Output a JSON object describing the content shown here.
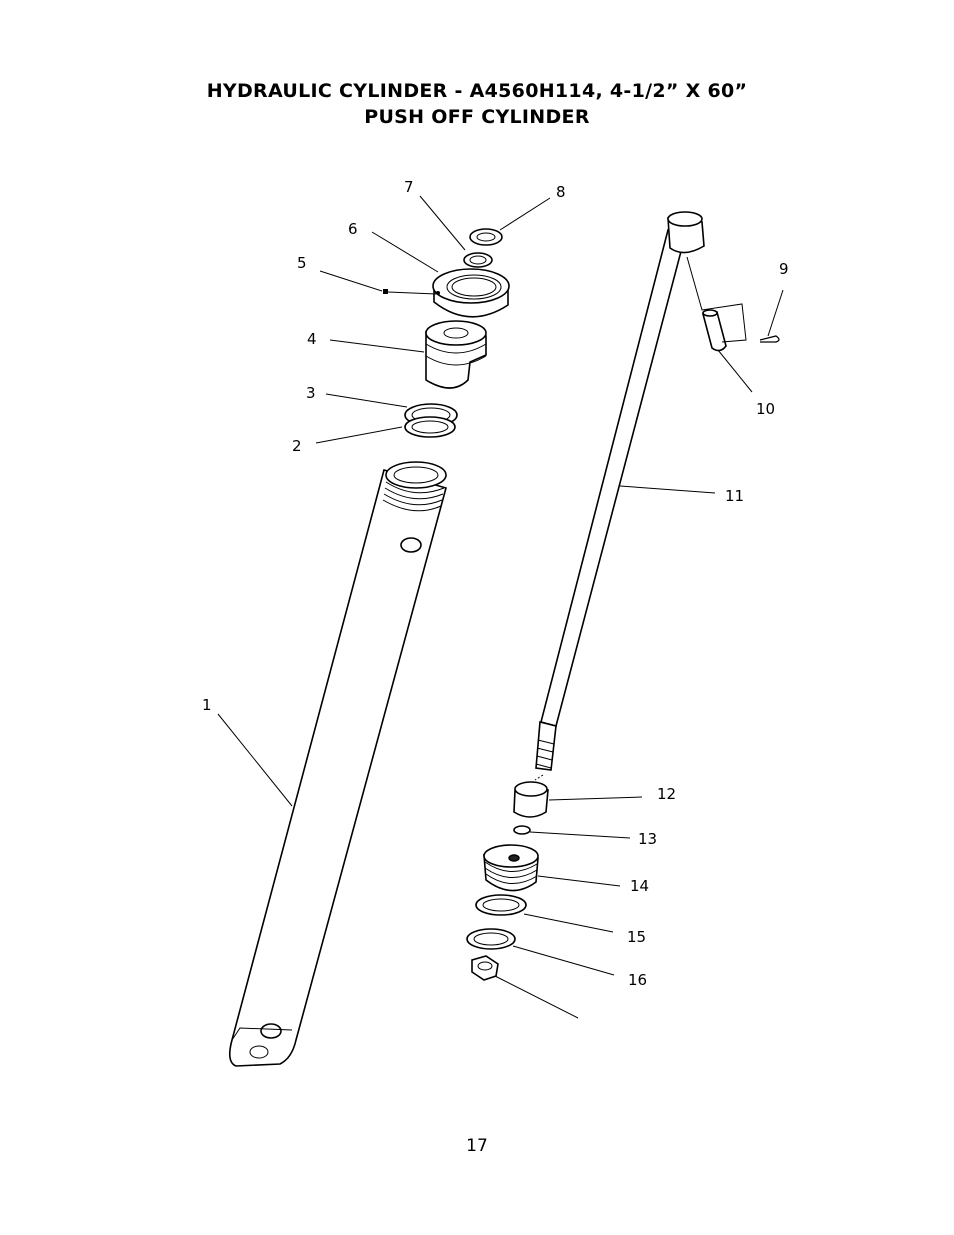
{
  "header": {
    "title_line1": "HYDRAULIC CYLINDER - A4560H114,  4-1/2” X  60”",
    "title_line2": "PUSH OFF CYLINDER"
  },
  "callouts": [
    "1",
    "2",
    "3",
    "4",
    "5",
    "6",
    "7",
    "8",
    "9",
    "10",
    "11",
    "12",
    "13",
    "14",
    "15",
    "16"
  ],
  "footer": {
    "page_number": "17"
  }
}
